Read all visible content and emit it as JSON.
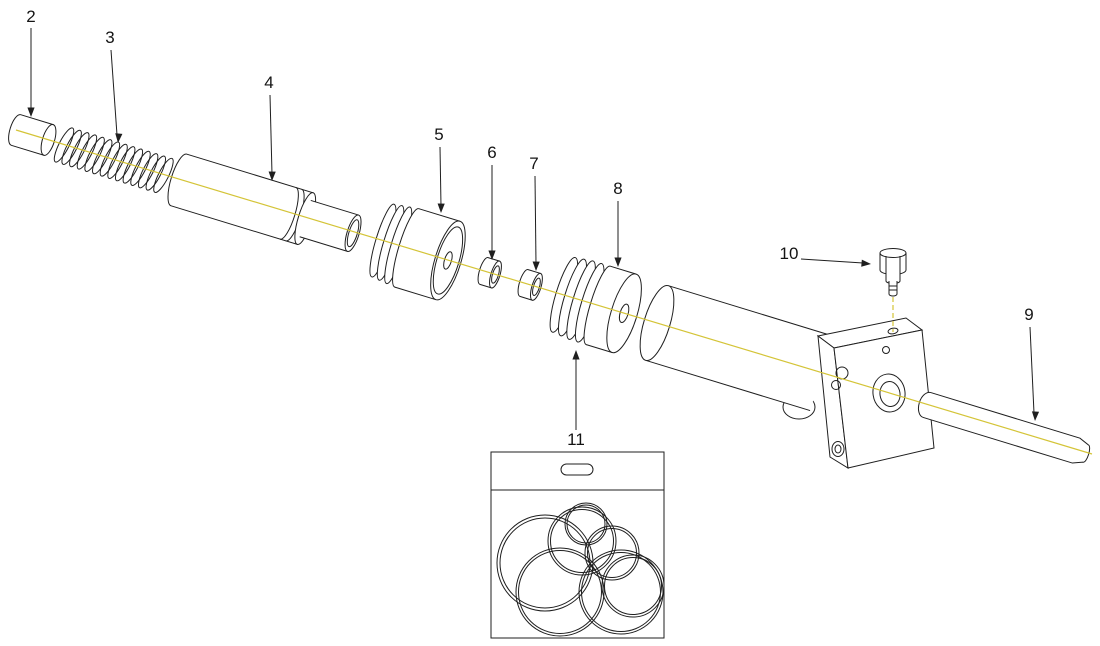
{
  "figure": {
    "background_color": "#ffffff",
    "line_color": "#1f1f1f",
    "centerline_color": "#d4c437",
    "callouts": [
      {
        "label": "2"
      },
      {
        "label": "3"
      },
      {
        "label": "4"
      },
      {
        "label": "5"
      },
      {
        "label": "6"
      },
      {
        "label": "7"
      },
      {
        "label": "8"
      },
      {
        "label": "9"
      },
      {
        "label": "10"
      },
      {
        "label": "11"
      }
    ]
  }
}
